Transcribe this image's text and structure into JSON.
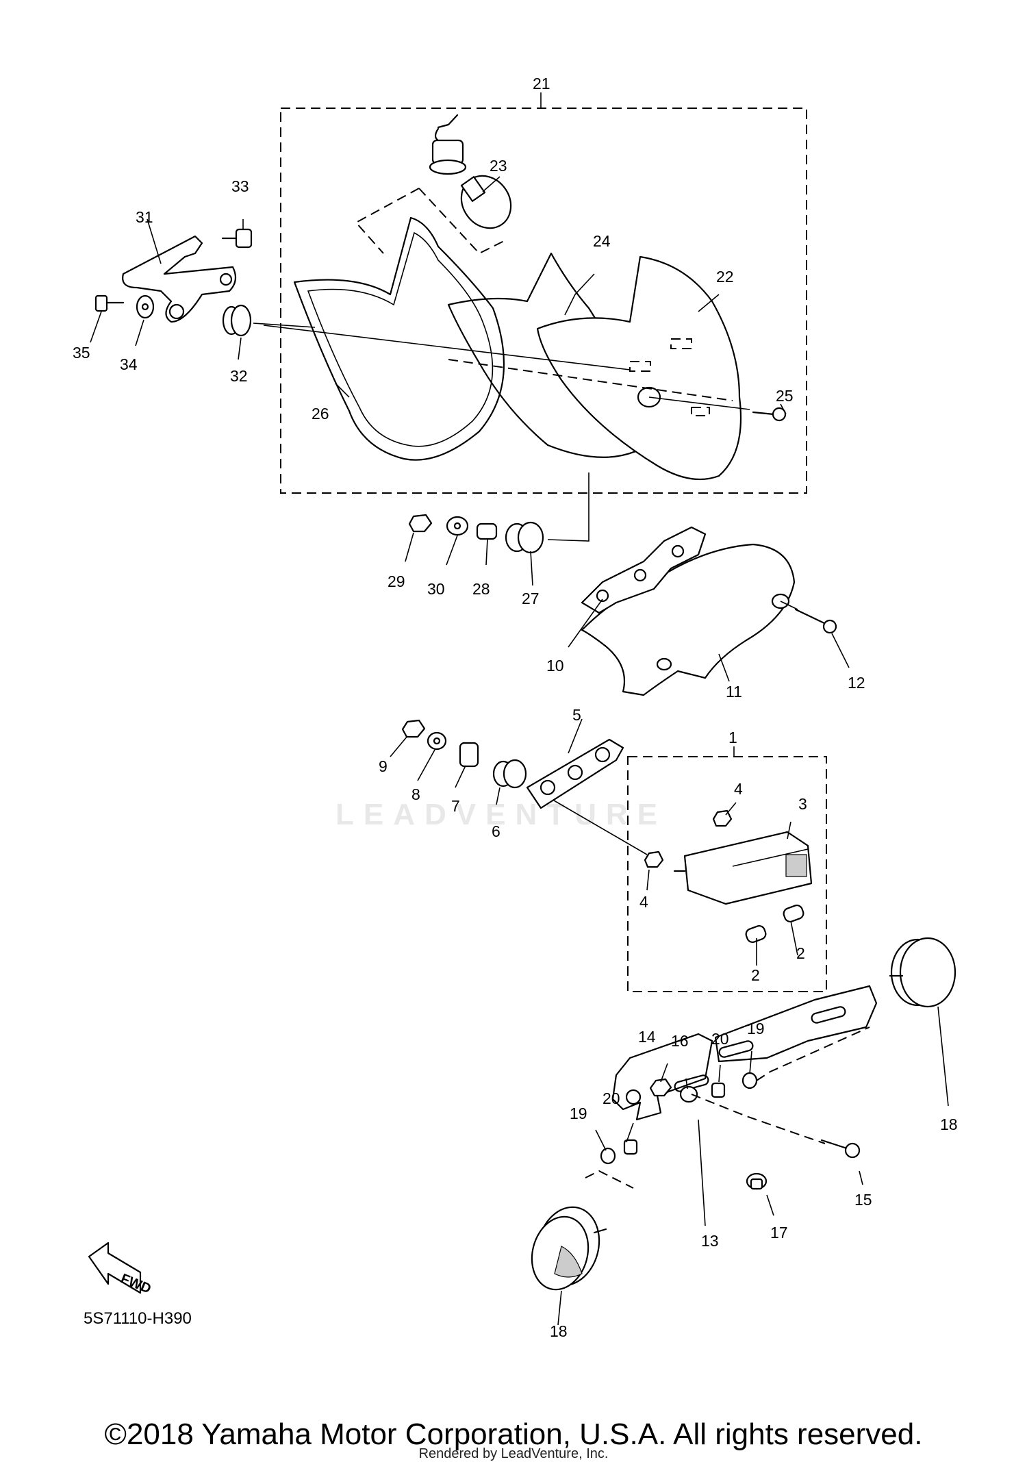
{
  "diagram": {
    "code": "5S71110-H390",
    "fwd_label": "FWD",
    "watermark": "LEADVENTURE",
    "copyright": "©2018 Yamaha Motor Corporation, U.S.A. All rights reserved.",
    "rendered_by": "Rendered by LeadVenture, Inc."
  },
  "callouts": {
    "c1": "1",
    "c2a": "2",
    "c2b": "2",
    "c3": "3",
    "c4a": "4",
    "c4b": "4",
    "c5": "5",
    "c6": "6",
    "c7": "7",
    "c8": "8",
    "c9": "9",
    "c10": "10",
    "c11": "11",
    "c12": "12",
    "c13": "13",
    "c14": "14",
    "c15": "15",
    "c16": "16",
    "c17": "17",
    "c18a": "18",
    "c18b": "18",
    "c19a": "19",
    "c19b": "19",
    "c20a": "20",
    "c20b": "20",
    "c21": "21",
    "c22": "22",
    "c23": "23",
    "c24": "24",
    "c25": "25",
    "c26": "26",
    "c27": "27",
    "c28": "28",
    "c29": "29",
    "c30": "30",
    "c31": "31",
    "c32": "32",
    "c33": "33",
    "c34": "34",
    "c35": "35"
  }
}
